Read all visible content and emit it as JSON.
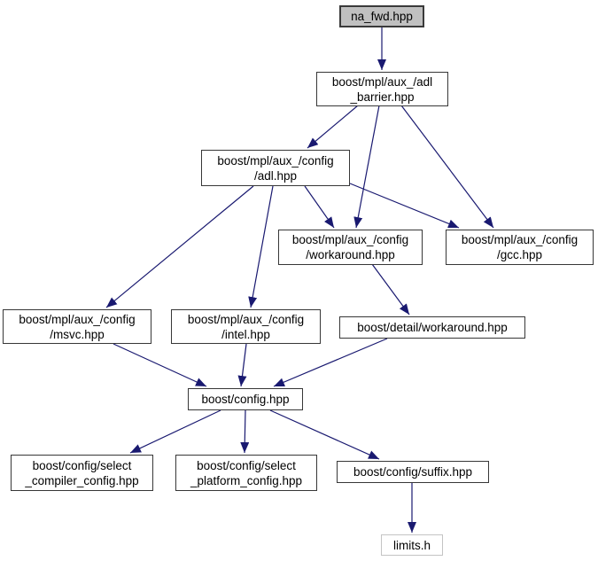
{
  "graph": {
    "background_color": "#ffffff",
    "edge_color": "#191970",
    "node_fill": "#ffffff",
    "node_border_color": "#373737",
    "main_node_fill": "#c0c0c0",
    "external_node_border_color": "#c4c4c4",
    "nodes": [
      {
        "id": "na_fwd",
        "label": "na_fwd.hpp",
        "type": "main"
      },
      {
        "id": "adl_barrier",
        "label": "boost/mpl/aux_/adl\n_barrier.hpp",
        "type": "normal"
      },
      {
        "id": "config_adl",
        "label": "boost/mpl/aux_/config\n/adl.hpp",
        "type": "normal"
      },
      {
        "id": "config_workaround",
        "label": "boost/mpl/aux_/config\n/workaround.hpp",
        "type": "normal"
      },
      {
        "id": "config_gcc",
        "label": "boost/mpl/aux_/config\n/gcc.hpp",
        "type": "normal"
      },
      {
        "id": "config_msvc",
        "label": "boost/mpl/aux_/config\n/msvc.hpp",
        "type": "normal"
      },
      {
        "id": "config_intel",
        "label": "boost/mpl/aux_/config\n/intel.hpp",
        "type": "normal"
      },
      {
        "id": "detail_workaround",
        "label": "boost/detail/workaround.hpp",
        "type": "normal"
      },
      {
        "id": "boost_config",
        "label": "boost/config.hpp",
        "type": "normal"
      },
      {
        "id": "select_compiler",
        "label": "boost/config/select\n_compiler_config.hpp",
        "type": "normal"
      },
      {
        "id": "select_platform",
        "label": "boost/config/select\n_platform_config.hpp",
        "type": "normal"
      },
      {
        "id": "suffix",
        "label": "boost/config/suffix.hpp",
        "type": "normal"
      },
      {
        "id": "limits",
        "label": "limits.h",
        "type": "external"
      }
    ],
    "edges": [
      {
        "from": "na_fwd",
        "to": "adl_barrier"
      },
      {
        "from": "adl_barrier",
        "to": "config_adl"
      },
      {
        "from": "adl_barrier",
        "to": "config_workaround"
      },
      {
        "from": "adl_barrier",
        "to": "config_gcc"
      },
      {
        "from": "config_adl",
        "to": "config_msvc"
      },
      {
        "from": "config_adl",
        "to": "config_intel"
      },
      {
        "from": "config_adl",
        "to": "config_workaround"
      },
      {
        "from": "config_adl",
        "to": "config_gcc"
      },
      {
        "from": "config_workaround",
        "to": "detail_workaround"
      },
      {
        "from": "config_msvc",
        "to": "boost_config"
      },
      {
        "from": "config_intel",
        "to": "boost_config"
      },
      {
        "from": "detail_workaround",
        "to": "boost_config"
      },
      {
        "from": "boost_config",
        "to": "select_compiler"
      },
      {
        "from": "boost_config",
        "to": "select_platform"
      },
      {
        "from": "boost_config",
        "to": "suffix"
      },
      {
        "from": "suffix",
        "to": "limits"
      }
    ]
  }
}
